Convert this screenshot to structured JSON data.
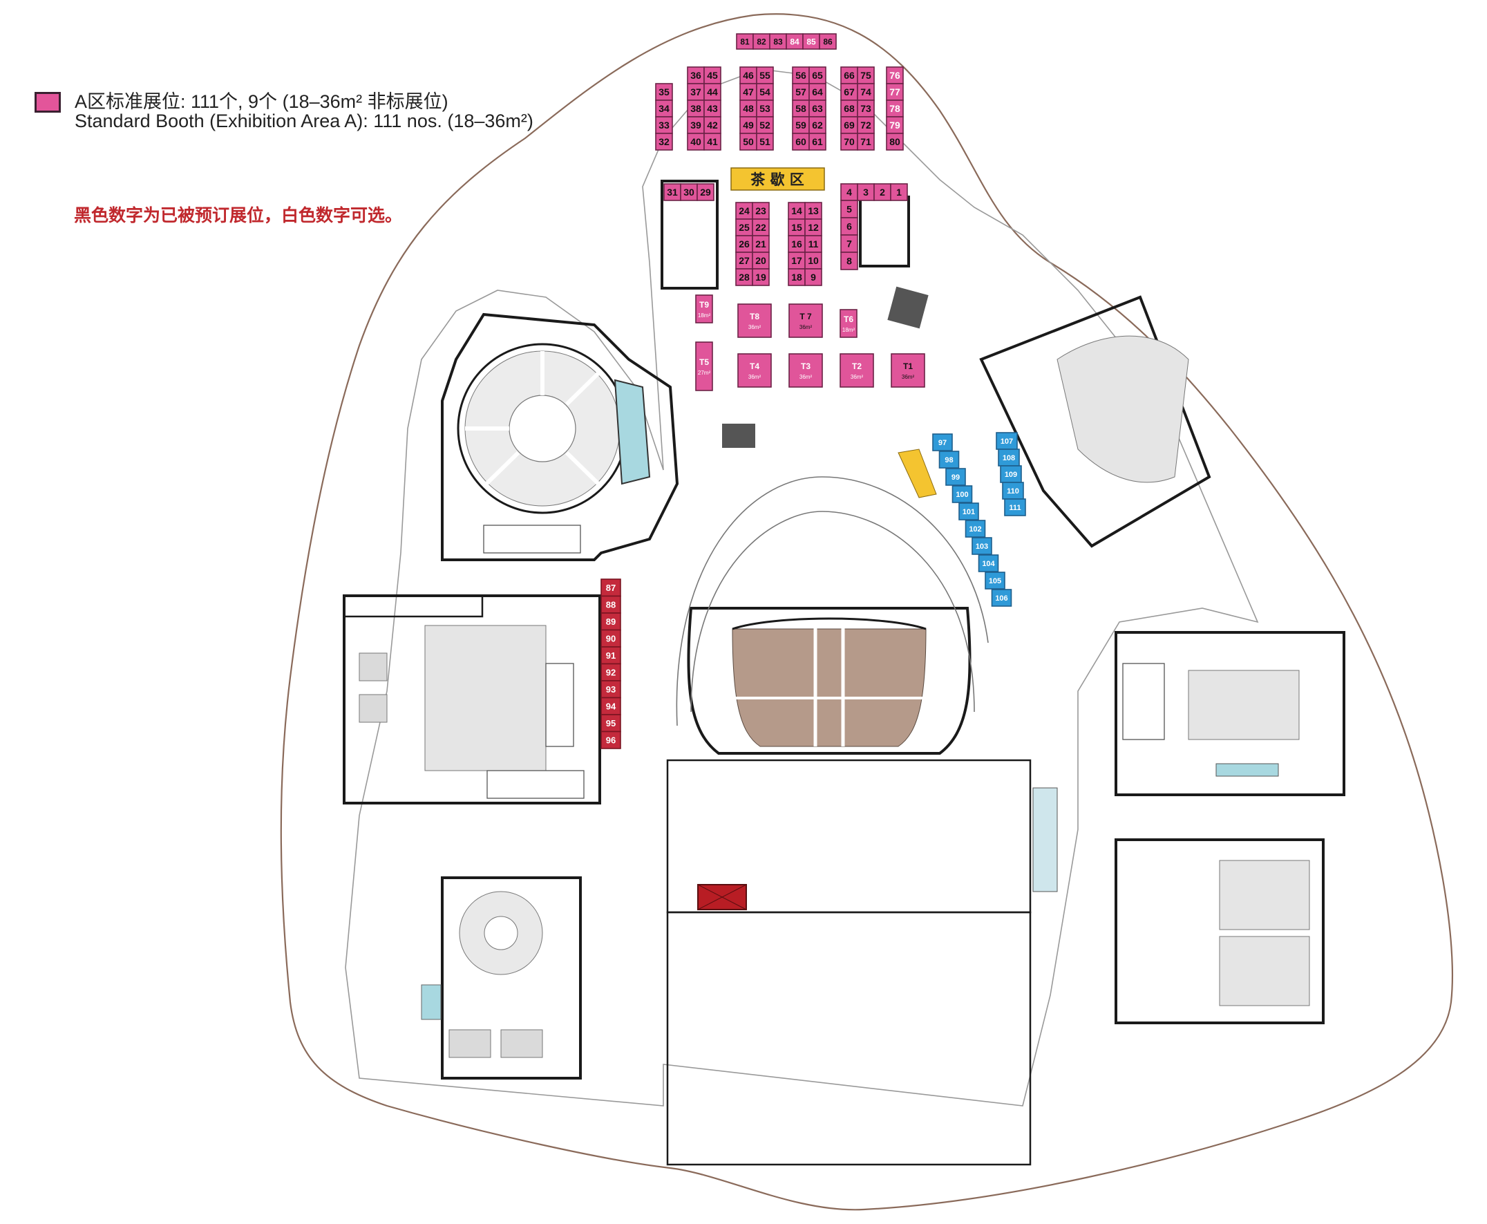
{
  "legend": {
    "line1": "A区标准展位: 111个, 9个 (18–36m² 非标展位)",
    "line2": "Standard Booth (Exhibition Area A): 111 nos. (18–36m²)",
    "swatch_color": "#e0559a"
  },
  "note": "黑色数字为已被预订展位，白色数字可选。",
  "tea_area": "茶 歇 区",
  "colors": {
    "pink_booth": "#e0559a",
    "blue_booth": "#2f9ad8",
    "red_booth": "#c42a3c",
    "tea_area": "#f4c430",
    "booked_text": "#111111",
    "available_text": "#ffffff",
    "note_red": "#c0282d"
  },
  "booths": {
    "top_row": [
      {
        "label": "81",
        "status": "booked"
      },
      {
        "label": "82",
        "status": "booked"
      },
      {
        "label": "83",
        "status": "booked"
      },
      {
        "label": "84",
        "status": "available"
      },
      {
        "label": "85",
        "status": "available"
      },
      {
        "label": "86",
        "status": "booked"
      }
    ],
    "col_35_32": [
      {
        "label": "35",
        "status": "booked"
      },
      {
        "label": "34",
        "status": "booked"
      },
      {
        "label": "33",
        "status": "booked"
      },
      {
        "label": "32",
        "status": "booked"
      }
    ],
    "col_36_40": [
      {
        "label": "36",
        "status": "booked"
      },
      {
        "label": "37",
        "status": "booked"
      },
      {
        "label": "38",
        "status": "booked"
      },
      {
        "label": "39",
        "status": "booked"
      },
      {
        "label": "40",
        "status": "booked"
      }
    ],
    "col_45_41": [
      {
        "label": "45",
        "status": "booked"
      },
      {
        "label": "44",
        "status": "booked"
      },
      {
        "label": "43",
        "status": "booked"
      },
      {
        "label": "42",
        "status": "booked"
      },
      {
        "label": "41",
        "status": "booked"
      }
    ],
    "col_46_50": [
      {
        "label": "46",
        "status": "booked"
      },
      {
        "label": "47",
        "status": "booked"
      },
      {
        "label": "48",
        "status": "booked"
      },
      {
        "label": "49",
        "status": "booked"
      },
      {
        "label": "50",
        "status": "booked"
      }
    ],
    "col_55_51": [
      {
        "label": "55",
        "status": "booked"
      },
      {
        "label": "54",
        "status": "booked"
      },
      {
        "label": "53",
        "status": "booked"
      },
      {
        "label": "52",
        "status": "booked"
      },
      {
        "label": "51",
        "status": "booked"
      }
    ],
    "col_56_60": [
      {
        "label": "56",
        "status": "booked"
      },
      {
        "label": "57",
        "status": "booked"
      },
      {
        "label": "58",
        "status": "booked"
      },
      {
        "label": "59",
        "status": "booked"
      },
      {
        "label": "60",
        "status": "booked"
      }
    ],
    "col_65_61": [
      {
        "label": "65",
        "status": "booked"
      },
      {
        "label": "64",
        "status": "booked"
      },
      {
        "label": "63",
        "status": "booked"
      },
      {
        "label": "62",
        "status": "booked"
      },
      {
        "label": "61",
        "status": "booked"
      }
    ],
    "col_66_70": [
      {
        "label": "66",
        "status": "booked"
      },
      {
        "label": "67",
        "status": "booked"
      },
      {
        "label": "68",
        "status": "booked"
      },
      {
        "label": "69",
        "status": "booked"
      },
      {
        "label": "70",
        "status": "booked"
      }
    ],
    "col_75_71": [
      {
        "label": "75",
        "status": "booked"
      },
      {
        "label": "74",
        "status": "booked"
      },
      {
        "label": "73",
        "status": "booked"
      },
      {
        "label": "72",
        "status": "booked"
      },
      {
        "label": "71",
        "status": "booked"
      }
    ],
    "col_76_80": [
      {
        "label": "76",
        "status": "available"
      },
      {
        "label": "77",
        "status": "available"
      },
      {
        "label": "78",
        "status": "available"
      },
      {
        "label": "79",
        "status": "available"
      },
      {
        "label": "80",
        "status": "booked"
      }
    ],
    "row_31_29": [
      {
        "label": "31",
        "status": "booked"
      },
      {
        "label": "30",
        "status": "booked"
      },
      {
        "label": "29",
        "status": "booked"
      }
    ],
    "col_24_28": [
      {
        "label": "24",
        "status": "booked"
      },
      {
        "label": "25",
        "status": "booked"
      },
      {
        "label": "26",
        "status": "booked"
      },
      {
        "label": "27",
        "status": "booked"
      },
      {
        "label": "28",
        "status": "booked"
      }
    ],
    "col_23_19": [
      {
        "label": "23",
        "status": "booked"
      },
      {
        "label": "22",
        "status": "booked"
      },
      {
        "label": "21",
        "status": "booked"
      },
      {
        "label": "20",
        "status": "booked"
      },
      {
        "label": "19",
        "status": "booked"
      }
    ],
    "col_14_18": [
      {
        "label": "14",
        "status": "booked"
      },
      {
        "label": "15",
        "status": "booked"
      },
      {
        "label": "16",
        "status": "booked"
      },
      {
        "label": "17",
        "status": "booked"
      },
      {
        "label": "18",
        "status": "booked"
      }
    ],
    "col_13_9": [
      {
        "label": "13",
        "status": "booked"
      },
      {
        "label": "12",
        "status": "booked"
      },
      {
        "label": "11",
        "status": "booked"
      },
      {
        "label": "10",
        "status": "booked"
      },
      {
        "label": "9",
        "status": "booked"
      }
    ],
    "row_4_1": [
      {
        "label": "4",
        "status": "booked"
      },
      {
        "label": "3",
        "status": "booked"
      },
      {
        "label": "2",
        "status": "booked"
      },
      {
        "label": "1",
        "status": "booked"
      }
    ],
    "col_5_8": [
      {
        "label": "5",
        "status": "booked"
      },
      {
        "label": "6",
        "status": "booked"
      },
      {
        "label": "7",
        "status": "booked"
      },
      {
        "label": "8",
        "status": "booked"
      }
    ],
    "special": [
      {
        "label": "T9",
        "area": "18m²",
        "status": "available"
      },
      {
        "label": "T8",
        "area": "36m²",
        "status": "available"
      },
      {
        "label": "T 7",
        "area": "36m²",
        "status": "booked"
      },
      {
        "label": "T6",
        "area": "18m²",
        "status": "available"
      },
      {
        "label": "T5",
        "area": "27m²",
        "status": "available"
      },
      {
        "label": "T4",
        "area": "36m²",
        "status": "available"
      },
      {
        "label": "T3",
        "area": "36m²",
        "status": "available"
      },
      {
        "label": "T2",
        "area": "36m²",
        "status": "available"
      },
      {
        "label": "T1",
        "area": "36m²",
        "status": "booked"
      }
    ],
    "blue_diagonal": [
      {
        "label": "97",
        "status": "available"
      },
      {
        "label": "98",
        "status": "available"
      },
      {
        "label": "99",
        "status": "available"
      },
      {
        "label": "100",
        "status": "available"
      },
      {
        "label": "101",
        "status": "available"
      },
      {
        "label": "102",
        "status": "available"
      },
      {
        "label": "103",
        "status": "available"
      },
      {
        "label": "104",
        "status": "available"
      },
      {
        "label": "105",
        "status": "available"
      },
      {
        "label": "106",
        "status": "available"
      }
    ],
    "blue_right": [
      {
        "label": "107",
        "status": "available"
      },
      {
        "label": "108",
        "status": "available"
      },
      {
        "label": "109",
        "status": "available"
      },
      {
        "label": "110",
        "status": "available"
      },
      {
        "label": "111",
        "status": "available"
      }
    ],
    "red_column": [
      {
        "label": "87",
        "status": "available"
      },
      {
        "label": "88",
        "status": "available"
      },
      {
        "label": "89",
        "status": "available"
      },
      {
        "label": "90",
        "status": "available"
      },
      {
        "label": "91",
        "status": "available"
      },
      {
        "label": "92",
        "status": "available"
      },
      {
        "label": "93",
        "status": "available"
      },
      {
        "label": "94",
        "status": "available"
      },
      {
        "label": "95",
        "status": "available"
      },
      {
        "label": "96",
        "status": "available"
      }
    ]
  }
}
